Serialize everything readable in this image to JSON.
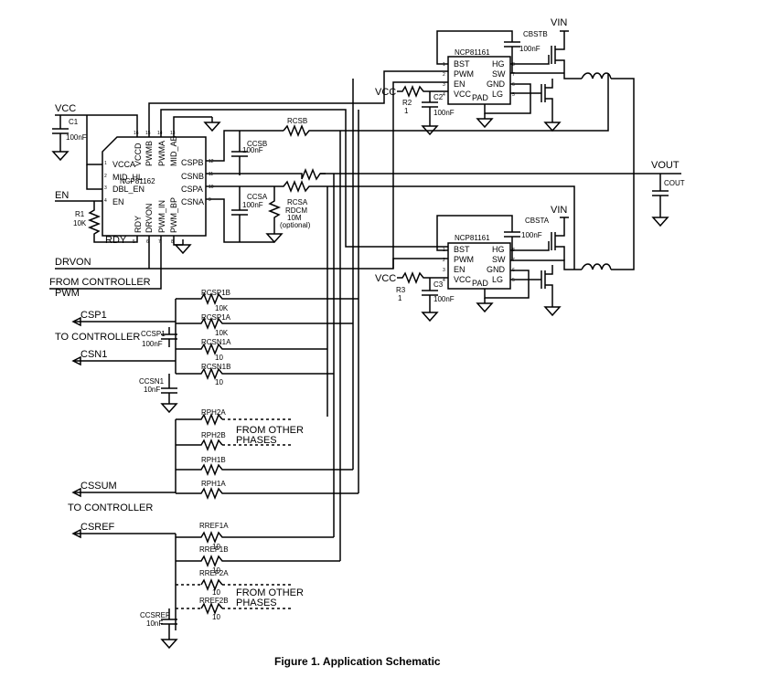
{
  "caption": "Figure 1. Application Schematic",
  "ic_main": {
    "name": "NCP81162",
    "pins_left": [
      "VCCA",
      "MID_HL",
      "DBL_EN",
      "EN"
    ],
    "pins_left_nums": [
      "1",
      "2",
      "3",
      "4"
    ],
    "pins_top": [
      "VCCD",
      "PWMB",
      "PWMA",
      "MID_AB"
    ],
    "pins_top_nums": [
      "16",
      "15",
      "14",
      "13"
    ],
    "pins_right": [
      "CSPB",
      "CSNB",
      "CSPA",
      "CSNA"
    ],
    "pins_right_nums": [
      "12",
      "11",
      "10",
      "9"
    ],
    "pins_bottom": [
      "RDY",
      "DRVON",
      "PWM_IN",
      "PWM_BP"
    ],
    "pins_bottom_nums": [
      "5",
      "6",
      "7",
      "8"
    ]
  },
  "driver_top": {
    "name": "NCP81161",
    "pins_left": [
      "BST",
      "PWM",
      "EN",
      "VCC"
    ],
    "pins_left_nums": [
      "1",
      "2",
      "3",
      "4"
    ],
    "pins_right": [
      "HG",
      "SW",
      "GND",
      "LG"
    ],
    "pins_right_nums": [
      "8",
      "7",
      "6",
      "5"
    ],
    "pad": "PAD"
  },
  "driver_bot": {
    "name": "NCP81161",
    "pins_left": [
      "BST",
      "PWM",
      "EN",
      "VCC"
    ],
    "pins_left_nums": [
      "1",
      "2",
      "3",
      "4"
    ],
    "pins_right": [
      "HG",
      "SW",
      "GND",
      "LG"
    ],
    "pins_right_nums": [
      "8",
      "7",
      "6",
      "5"
    ],
    "pad": "PAD"
  },
  "labels": {
    "vcc_main": "VCC",
    "c1": "C1",
    "c1_val": "100nF",
    "en": "EN",
    "r1": "R1",
    "r1_val": "10K",
    "rdy": "RDY",
    "drvon": "DRVON",
    "from_ctrl_pwm_1": "FROM CONTROLLER",
    "from_ctrl_pwm_2": "PWM",
    "vin_top": "VIN",
    "vin_bot": "VIN",
    "cbstb": "CBSTB",
    "cbstb_val": "100nF",
    "cbsta": "CBSTA",
    "cbsta_val": "100nF",
    "vcc_top": "VCC",
    "r2": "R2",
    "r2_val": "1",
    "c2": "C2",
    "c2_val": "100nF",
    "vcc_bot": "VCC",
    "r3": "R3",
    "r3_val": "1",
    "c3": "C3",
    "c3_val": "100nF",
    "rcsb": "RCSB",
    "ccsb": "CCSB",
    "ccsb_val": "100nF",
    "rcsa": "RCSA",
    "ccsa": "CCSA",
    "ccsa_val": "100nF",
    "rdcm": "RDCM",
    "rdcm_val": "10M",
    "rdcm_opt": "(optional)",
    "vout": "VOUT",
    "cout": "COUT",
    "rcsp1b": "RCSP1B",
    "rcsp1b_val": "10K",
    "rcsp1a": "RCSP1A",
    "rcsp1a_val": "10K",
    "rcsn1a": "RCSN1A",
    "rcsn1a_val": "10",
    "rcsn1b": "RCSN1B",
    "rcsn1b_val": "10",
    "csp1": "CSP1",
    "csn1": "CSN1",
    "to_ctrl_1": "TO CONTROLLER",
    "ccsp1": "CCSP1",
    "ccsp1_val": "100nF",
    "ccsn1": "CCSN1",
    "ccsn1_val": "10nF",
    "rph2a": "RPH2A",
    "rph2b": "RPH2B",
    "rph1b": "RPH1B",
    "rph1a": "RPH1A",
    "from_other_1": "FROM OTHER",
    "phases_1": "PHASES",
    "cssum": "CSSUM",
    "to_ctrl_2": "TO CONTROLLER",
    "csref": "CSREF",
    "rref1a": "RREF1A",
    "rref1a_val": "10",
    "rref1b": "RREF1B",
    "rref1b_val": "10",
    "rref2a": "RREF2A",
    "rref2a_val": "10",
    "rref2b": "RREF2B",
    "rref2b_val": "10",
    "from_other_2": "FROM OTHER",
    "phases_2": "PHASES",
    "ccsref": "CCSREF",
    "ccsref_val": "10nF"
  }
}
